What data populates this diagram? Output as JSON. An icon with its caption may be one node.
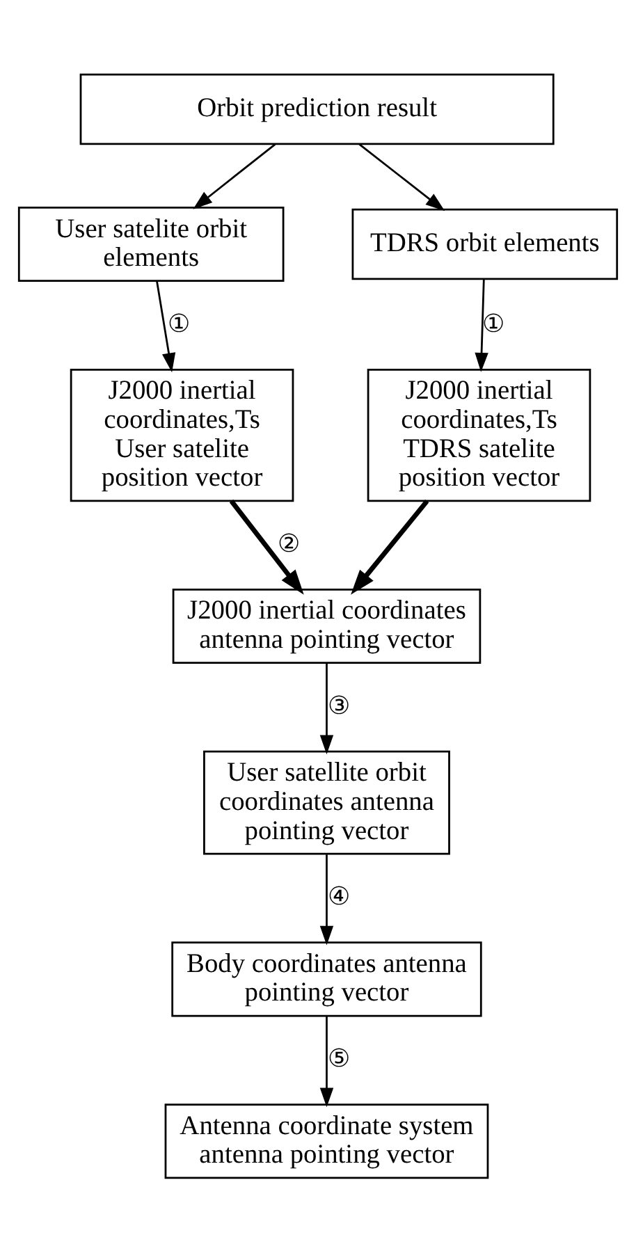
{
  "diagram": {
    "nodes": [
      {
        "text": [
          "Orbit prediction result"
        ]
      },
      {
        "text": [
          "User satelite orbit elements"
        ]
      },
      {
        "text": [
          "TDRS orbit elements"
        ]
      },
      {
        "text": [
          "J2000 inertial coordinates,Ts User satelite position vector"
        ]
      },
      {
        "text": [
          "J2000 inertial coordinates,Ts TDRS satelite position vector"
        ]
      },
      {
        "text": [
          "J2000 inertial coordinates antenna pointing vector"
        ]
      },
      {
        "text": [
          "User satellite orbit coordinates antenna pointing vector"
        ]
      },
      {
        "text": [
          "Body coordinates antenna pointing vector"
        ]
      },
      {
        "text": [
          "Antenna coordinate system antenna pointing vector"
        ]
      }
    ],
    "edges": [
      {
        "from": 0,
        "to": 1,
        "arrow": "to"
      },
      {
        "from": 0,
        "to": 2,
        "arrow": "to"
      },
      {
        "from": 1,
        "to": 3,
        "arrow": "to",
        "label": "①"
      },
      {
        "from": 2,
        "to": 4,
        "arrow": "to",
        "label": "①"
      },
      {
        "from": 3,
        "to": 5,
        "arrow": "to",
        "label": "②",
        "style": "thick"
      },
      {
        "from": 4,
        "to": 5,
        "arrow": "to",
        "style": "thick"
      },
      {
        "from": 5,
        "to": 6,
        "arrow": "to",
        "label": "③"
      },
      {
        "from": 6,
        "to": 7,
        "arrow": "to",
        "label": "④"
      },
      {
        "from": 7,
        "to": 8,
        "arrow": "to",
        "label": "⑤"
      }
    ]
  }
}
